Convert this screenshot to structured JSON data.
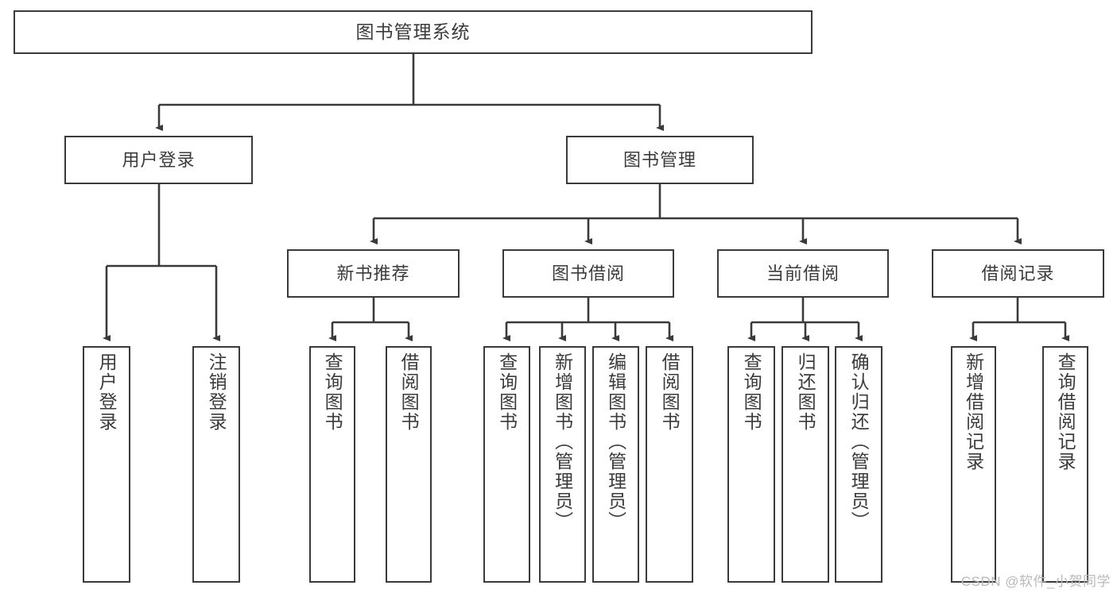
{
  "diagram": {
    "title": "图书管理系统",
    "root": {
      "label": "图书管理系统"
    },
    "level2": [
      {
        "label": "用户登录"
      },
      {
        "label": "图书管理"
      }
    ],
    "level3": [
      {
        "label": "新书推荐"
      },
      {
        "label": "图书借阅"
      },
      {
        "label": "当前借阅"
      },
      {
        "label": "借阅记录"
      }
    ],
    "leaves": {
      "user_login": [
        {
          "label": "用户登录"
        },
        {
          "label": "注销登录"
        }
      ],
      "new_book_recommend": [
        {
          "label": "查询图书"
        },
        {
          "label": "借阅图书"
        }
      ],
      "book_borrow": [
        {
          "label": "查询图书"
        },
        {
          "label": "新增图书（管理员）"
        },
        {
          "label": "编辑图书（管理员）"
        },
        {
          "label": "借阅图书"
        }
      ],
      "current_borrow": [
        {
          "label": "查询图书"
        },
        {
          "label": "归还图书"
        },
        {
          "label": "确认归还（管理员）"
        }
      ],
      "borrow_record": [
        {
          "label": "新增借阅记录"
        },
        {
          "label": "查询借阅记录"
        }
      ]
    }
  },
  "watermark": {
    "text": "CSDN @软件_小贺同学"
  },
  "colors": {
    "border": "#3a3a3a",
    "text": "#3b3b3b",
    "background": "#ffffff",
    "watermark": "#b9b9b9"
  }
}
